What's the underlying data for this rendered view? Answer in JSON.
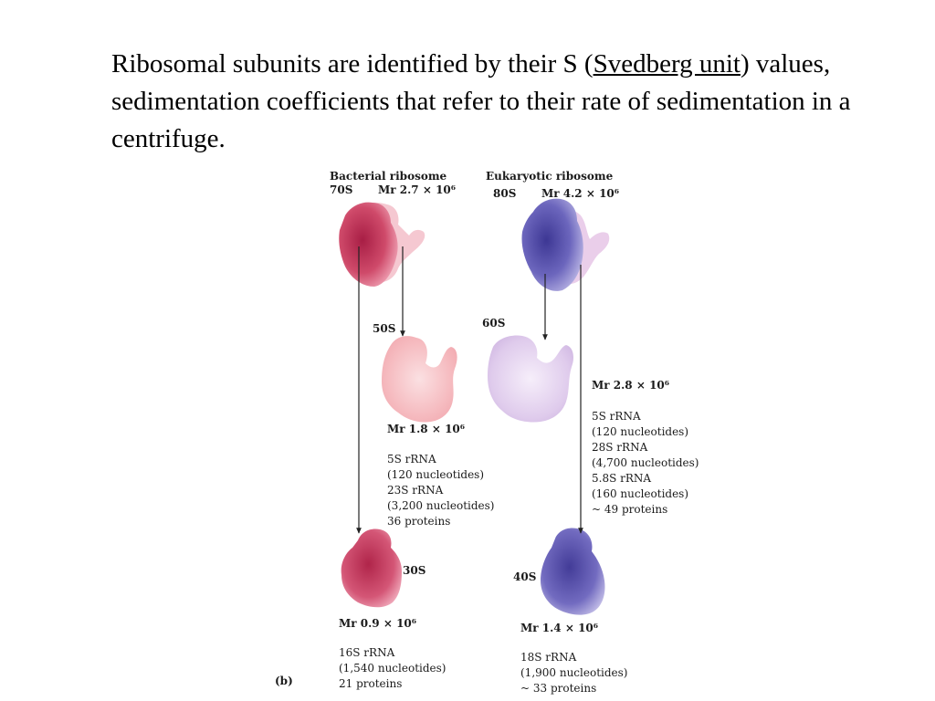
{
  "intro": {
    "text_before": "Ribosomal subunits are identified by their S (",
    "link_text": "Svedberg unit",
    "text_after": ") values, sedimentation coefficients that refer to their rate of sedimentation in a centrifuge."
  },
  "figure": {
    "panel_label": "(b)",
    "bacterial": {
      "title": "Bacterial ribosome",
      "whole_s": "70S",
      "whole_mr": "Mr 2.7 × 10⁶",
      "large_s": "50S",
      "large_mr": "Mr 1.8 × 10⁶",
      "large_components": [
        "5S rRNA",
        "(120 nucleotides)",
        "23S rRNA",
        "(3,200 nucleotides)",
        "36 proteins"
      ],
      "small_s": "30S",
      "small_mr": "Mr 0.9 × 10⁶",
      "small_components": [
        "16S rRNA",
        "(1,540 nucleotides)",
        "21 proteins"
      ],
      "colors": {
        "whole": "#c83a5c",
        "large": "#f6b9be",
        "small": "#cc3f5e"
      }
    },
    "eukaryotic": {
      "title": "Eukaryotic ribosome",
      "whole_s": "80S",
      "whole_mr": "Mr 4.2 × 10⁶",
      "large_s": "60S",
      "large_mr": "Mr 2.8 × 10⁶",
      "large_components": [
        "5S rRNA",
        "(120 nucleotides)",
        "28S rRNA",
        "(4,700 nucleotides)",
        "5.8S rRNA",
        "(160 nucleotides)",
        "~ 49 proteins"
      ],
      "small_s": "40S",
      "small_mr": "Mr 1.4 × 10⁶",
      "small_components": [
        "18S rRNA",
        "(1,900 nucleotides)",
        "~ 33 proteins"
      ],
      "colors": {
        "whole": "#6a62b8",
        "large": "#ddc9ea",
        "small": "#6f68bd"
      }
    }
  }
}
